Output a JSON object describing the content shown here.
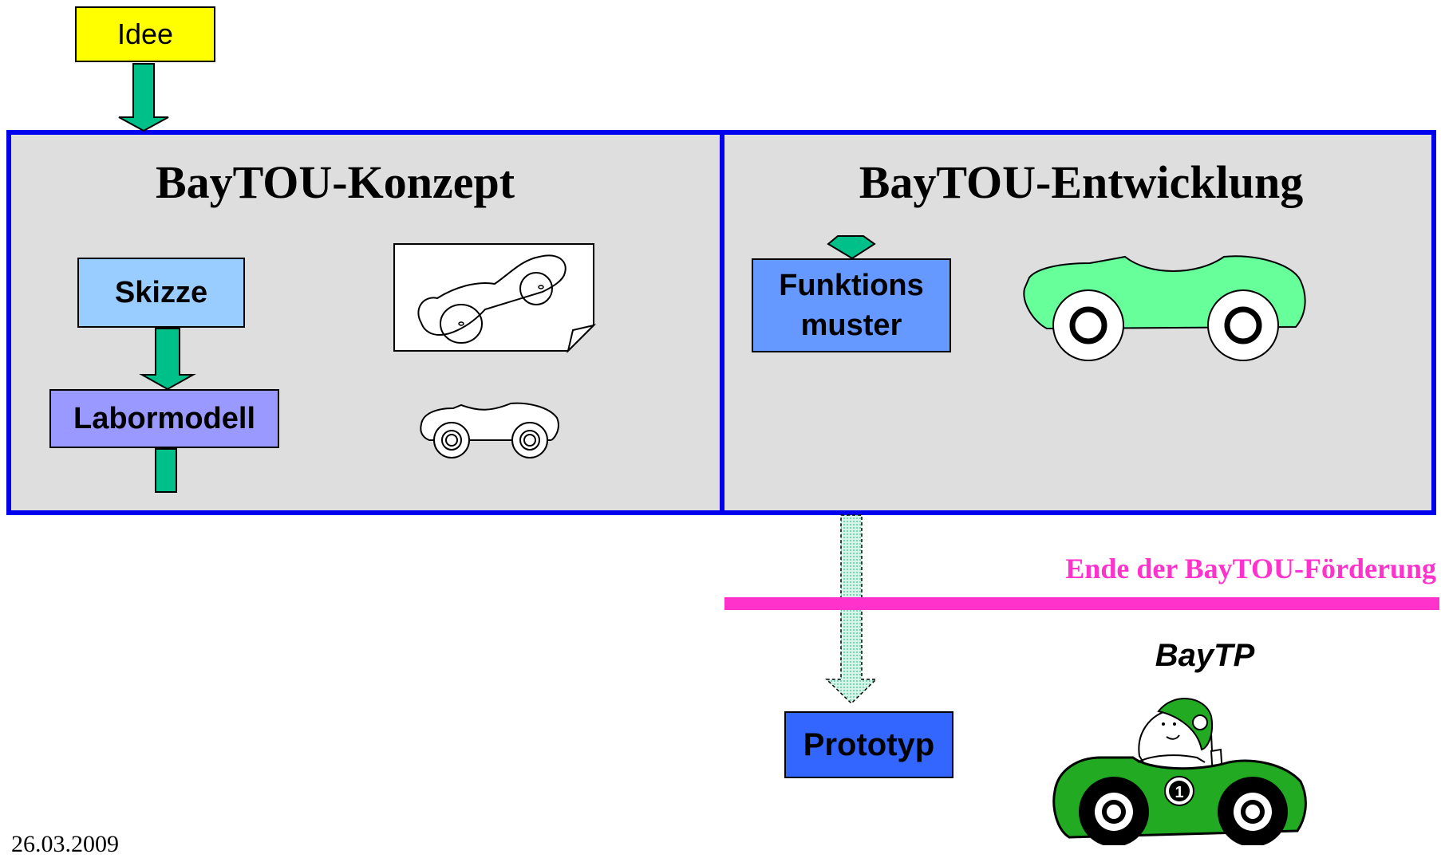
{
  "idea_label": "Idee",
  "concept": {
    "title": "BayTOU-Konzept",
    "sketch_label": "Skizze",
    "lab_model_label": "Labormodell"
  },
  "development": {
    "title": "BayTOU-Entwicklung",
    "function_model_label": "Funktions muster"
  },
  "funding_end_label": "Ende der BayTOU-Förderung",
  "prototype_label": "Prototyp",
  "baytp_label": "BayTP",
  "footer_date": "26.03.2009",
  "colors": {
    "idea_fill": "#ffff00",
    "arrow_fill": "#00c08a",
    "frame_border": "#0000ee",
    "panel_fill": "#dedede",
    "sketch_fill": "#99ccff",
    "lab_model_fill": "#9999ff",
    "function_model_fill": "#6699ff",
    "prototype_fill": "#3366ff",
    "funding_line": "#ff33cc",
    "car_light_green": "#66ff99",
    "car_green": "#22aa22"
  }
}
